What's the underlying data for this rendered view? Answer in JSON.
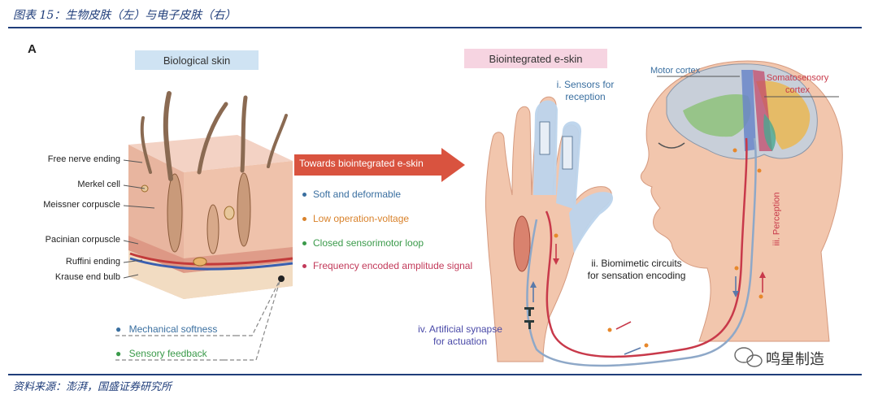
{
  "caption": {
    "title": "图表 15：生物皮肤（左）与电子皮肤（右）",
    "source": "资料来源：澎湃，国盛证券研究所"
  },
  "panel_letter": "A",
  "left_panel": {
    "title": "Biological skin",
    "labels": [
      "Free nerve ending",
      "Merkel cell",
      "Meissner corpuscle",
      "Pacinian corpuscle",
      "Ruffini ending",
      "Krause end bulb"
    ],
    "legend": [
      {
        "text": "Mechanical softness",
        "dot_color": "#3a6fa0"
      },
      {
        "text": "Sensory feedback",
        "dot_color": "#3a9a4a"
      }
    ]
  },
  "arrow": {
    "text": "Towards biointegrated e-skin",
    "color": "#d9533f"
  },
  "features": [
    {
      "text": "Soft and deformable",
      "color": "#3a6fa0"
    },
    {
      "text": "Low operation-voltage",
      "color": "#d9822b"
    },
    {
      "text": "Closed sensorimotor loop",
      "color": "#3a9a4a"
    },
    {
      "text": "Frequency encoded amplitude signal",
      "color": "#c23a5a"
    }
  ],
  "right_panel": {
    "title": "Biointegrated e-skin",
    "labels": {
      "sensors": [
        "i. Sensors for",
        "reception"
      ],
      "circuits": [
        "ii. Biomimetic circuits",
        "for sensation encoding"
      ],
      "perception": "iii. Perception",
      "synapse": [
        "iv. Artificial synapse",
        "for actuation"
      ],
      "motor_cortex": "Motor cortex",
      "somatosensory": [
        "Somatosensory",
        "cortex"
      ]
    }
  },
  "watermark": "鸣星制造"
}
